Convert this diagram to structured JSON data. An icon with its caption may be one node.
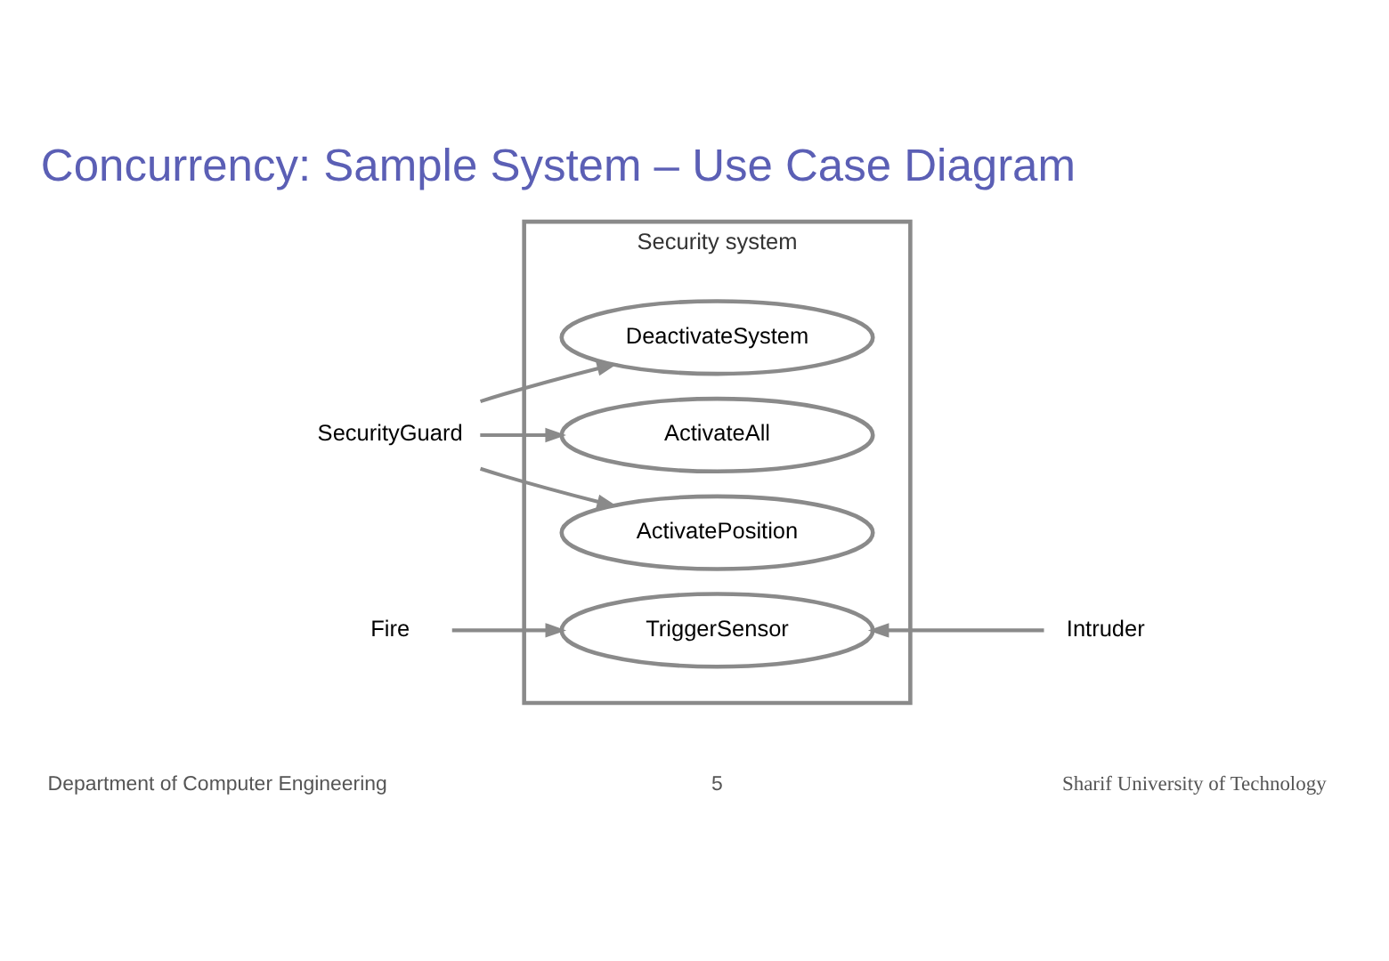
{
  "diagram": {
    "title": "Concurrency: Sample System – Use Case Diagram",
    "nodes": [
      {
        "text": [
          "Security system"
        ]
      },
      {
        "text": [
          "DeactivateSystem"
        ],
        "in": 0
      },
      {
        "text": [
          "ActivateAll"
        ],
        "in": 0
      },
      {
        "text": [
          "ActivatePosition"
        ],
        "in": 0
      },
      {
        "text": [
          "TriggerSensor"
        ],
        "in": 0
      },
      {
        "text": [
          "SecurityGuard"
        ]
      },
      {
        "text": [
          "Fire"
        ]
      },
      {
        "text": [
          "Intruder"
        ]
      }
    ],
    "edges": [
      {
        "from": 5,
        "to": 1,
        "arrow": "to"
      },
      {
        "from": 5,
        "to": 2,
        "arrow": "to"
      },
      {
        "from": 5,
        "to": 3,
        "arrow": "to"
      },
      {
        "from": 6,
        "to": 4,
        "arrow": "to"
      },
      {
        "from": 7,
        "to": 4,
        "arrow": "to"
      }
    ],
    "labels": [
      "Department of Computer Engineering",
      "5",
      "Sharif University of Technology"
    ]
  }
}
